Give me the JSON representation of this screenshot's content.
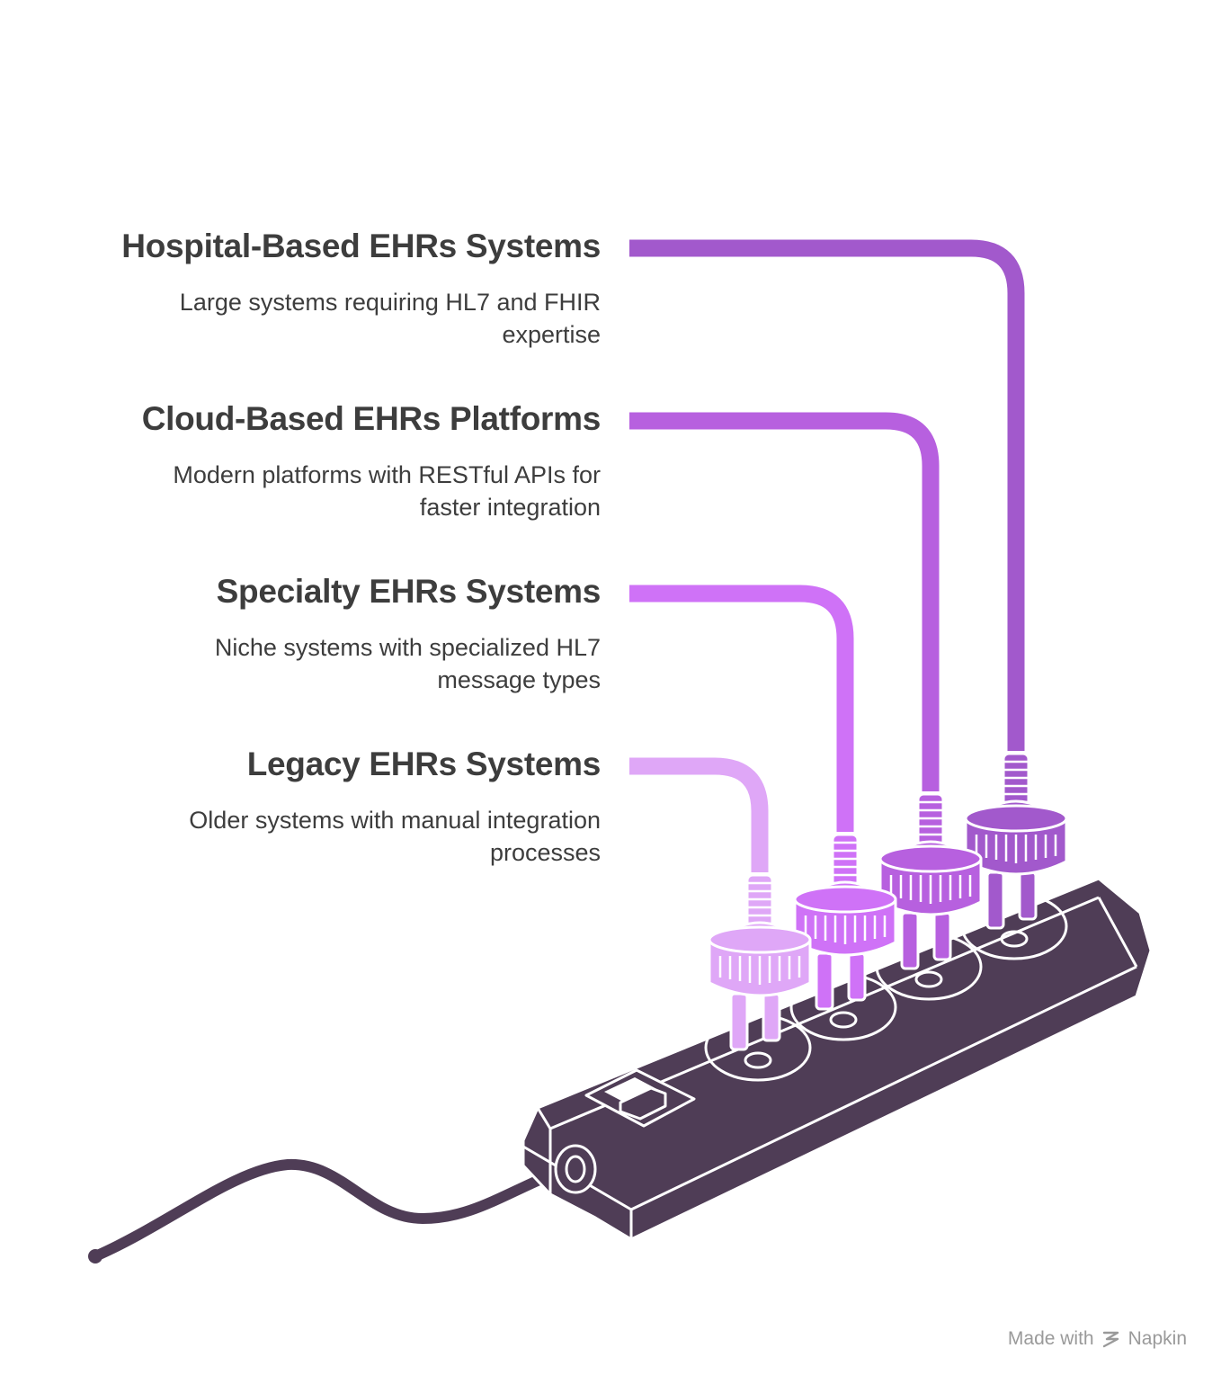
{
  "categories": [
    {
      "title": "Hospital-Based EHRs Systems",
      "desc_line1": "Large systems requiring HL7 and FHIR",
      "desc_line2": "expertise",
      "color": "#a259cc"
    },
    {
      "title": "Cloud-Based EHRs Platforms",
      "desc_line1": "Modern platforms with RESTful APIs for",
      "desc_line2": "faster integration",
      "color": "#b760df"
    },
    {
      "title": "Specialty EHRs Systems",
      "desc_line1": "Niche systems with specialized HL7",
      "desc_line2": "message types",
      "color": "#cf72f7"
    },
    {
      "title": "Legacy EHRs Systems",
      "desc_line1": "Older systems with manual integration",
      "desc_line2": "processes",
      "color": "#dfa7f7"
    }
  ],
  "strip_color": "#4f3d56",
  "footer": {
    "made_with": "Made with",
    "brand": "Napkin",
    "logo_icon": "napkin-logo-icon"
  }
}
